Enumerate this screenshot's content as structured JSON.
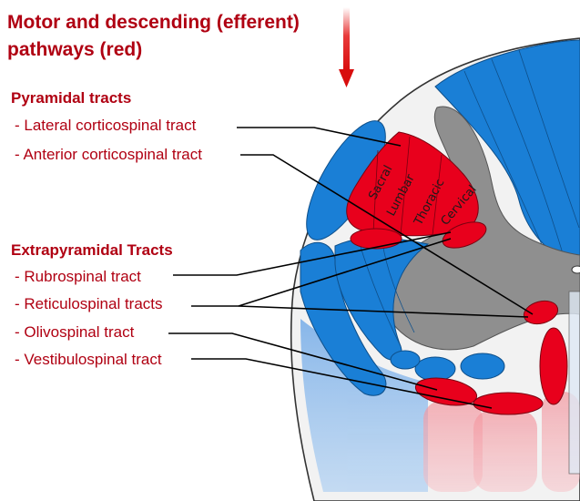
{
  "title": "Motor and descending (efferent) pathways   (red)",
  "pyramidal": {
    "heading": "Pyramidal tracts",
    "items": [
      "- Lateral corticospinal tract",
      "- Anterior corticospinal tract"
    ]
  },
  "extrapyramidal": {
    "heading": "Extrapyramidal Tracts",
    "items": [
      "- Rubrospinal tract",
      "- Reticulospinal tracts",
      "- Olivospinal tract",
      "- Vestibulospinal tract"
    ]
  },
  "segments": [
    "Sacral",
    "Lumbar",
    "Thoracic",
    "Cervical"
  ],
  "colors": {
    "text": "#b00012",
    "motor_red": "#e8001c",
    "sensory_blue": "#1a7fd6",
    "gray_matter": "#8f8f8f",
    "arrow": "#d80d0d"
  }
}
